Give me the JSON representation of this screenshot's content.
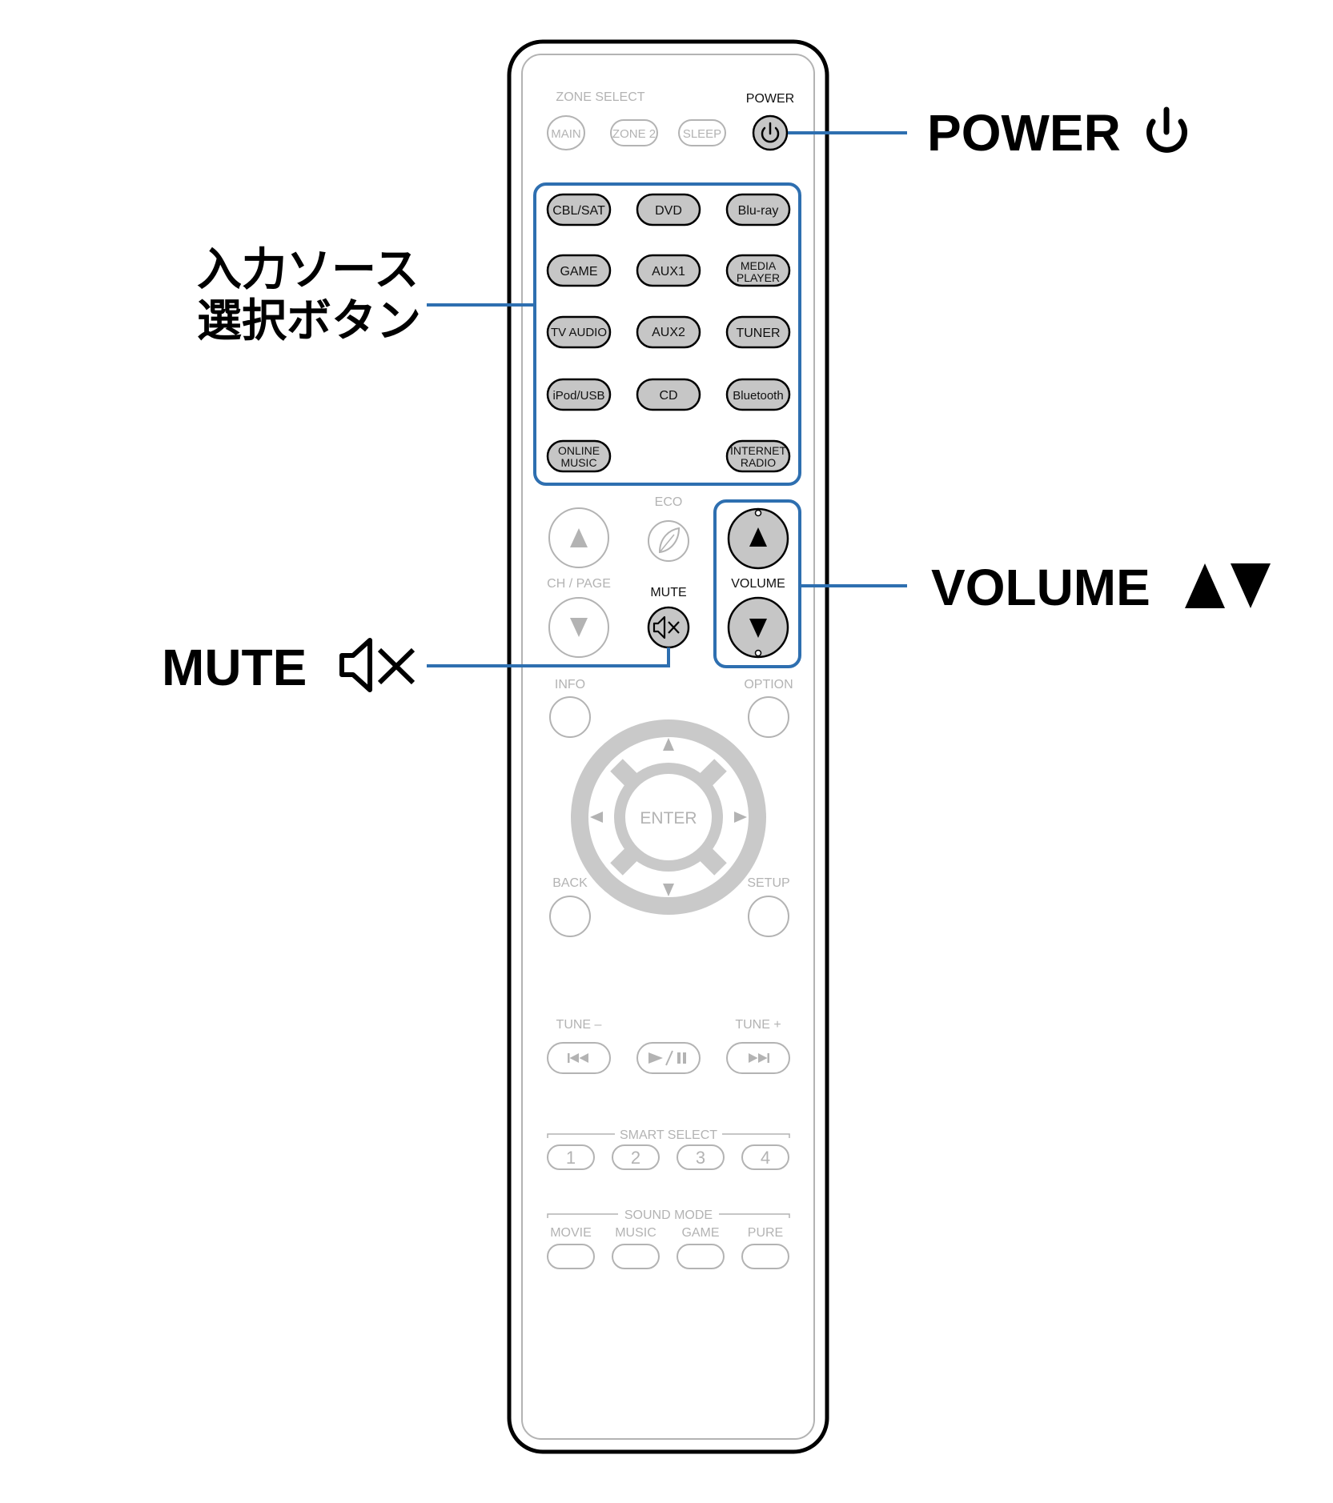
{
  "remote": {
    "zone_select": {
      "label": "ZONE SELECT",
      "buttons": [
        "MAIN",
        "ZONE 2",
        "SLEEP"
      ]
    },
    "power_label": "POWER",
    "input_source_buttons": {
      "row1": [
        "CBL/SAT",
        "DVD",
        "Blu-ray"
      ],
      "row2": [
        "GAME",
        "AUX1",
        "MEDIA",
        "PLAYER"
      ],
      "row3": [
        "TV AUDIO",
        "AUX2",
        "TUNER"
      ],
      "row4": [
        "iPod/USB",
        "CD",
        "Bluetooth"
      ],
      "row5": [
        "ONLINE",
        "MUSIC",
        "INTERNET",
        "RADIO"
      ]
    },
    "eco_label": "ECO",
    "ch_page_label": "CH / PAGE",
    "mute_label": "MUTE",
    "volume_label": "VOLUME",
    "info_label": "INFO",
    "option_label": "OPTION",
    "enter_label": "ENTER",
    "back_label": "BACK",
    "setup_label": "SETUP",
    "tune_minus_label": "TUNE –",
    "tune_plus_label": "TUNE +",
    "smart_select": {
      "label": "SMART SELECT",
      "buttons": [
        "1",
        "2",
        "3",
        "4"
      ]
    },
    "sound_mode": {
      "label": "SOUND MODE",
      "buttons": [
        "MOVIE",
        "MUSIC",
        "GAME",
        "PURE"
      ]
    }
  },
  "callouts": {
    "power": "POWER",
    "input_source_line1": "入力ソース",
    "input_source_line2": "選択ボタン",
    "volume": "VOLUME",
    "mute": "MUTE"
  },
  "colors": {
    "highlight": "#2e6fb0",
    "active_button_fill": "#c6c6c6",
    "inactive_outline": "#b3b3b3",
    "body_outline": "#000000"
  }
}
